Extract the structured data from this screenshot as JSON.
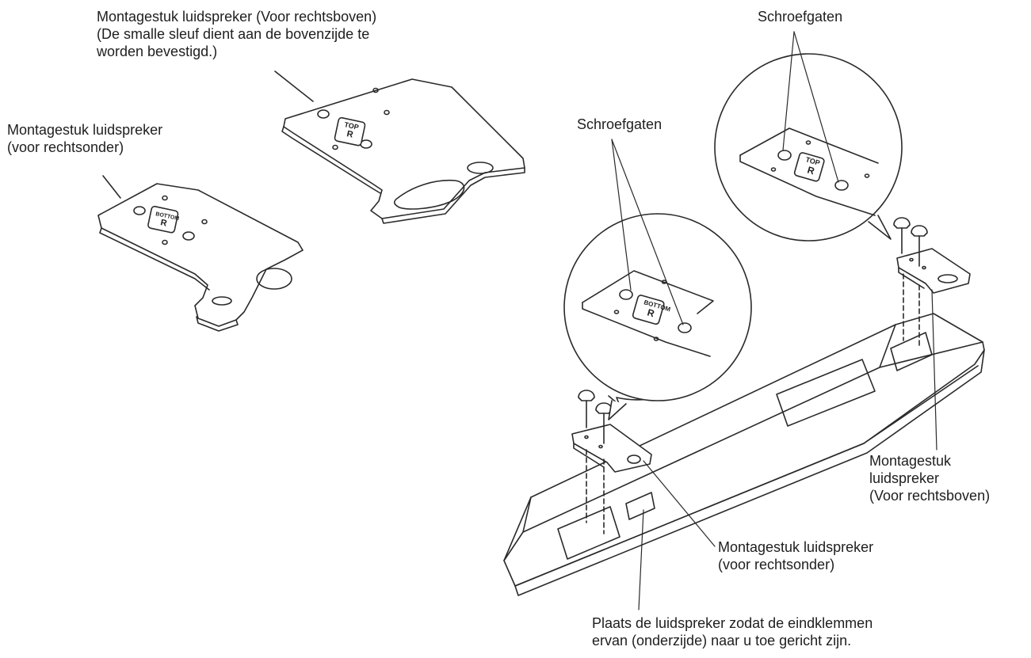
{
  "labels": {
    "top_bracket": [
      "Montagestuk luidspreker (Voor rechtsboven)",
      "(De smalle sleuf dient aan de bovenzijde te",
      "worden bevestigd.)"
    ],
    "bottom_bracket": [
      "Montagestuk luidspreker",
      "(voor rechtsonder)"
    ],
    "screw_holes_left": "Schroefgaten",
    "screw_holes_right": "Schroefgaten",
    "mount_right": [
      "Montagestuk",
      "luidspreker",
      "(Voor rechtsboven)"
    ],
    "mount_bottom": [
      "Montagestuk luidspreker",
      "(voor rechtsonder)"
    ],
    "note": [
      "Plaats de luidspreker zodat de eindklemmen",
      "ervan (onderzijde) naar u toe gericht zijn."
    ]
  },
  "bracket_marks": {
    "top_tag": "TOP",
    "bottom_tag": "BOTTOM",
    "side_tag": "R"
  },
  "colors": {
    "line": "#2a2a2a",
    "text": "#1e1e1e",
    "background": "#ffffff"
  }
}
